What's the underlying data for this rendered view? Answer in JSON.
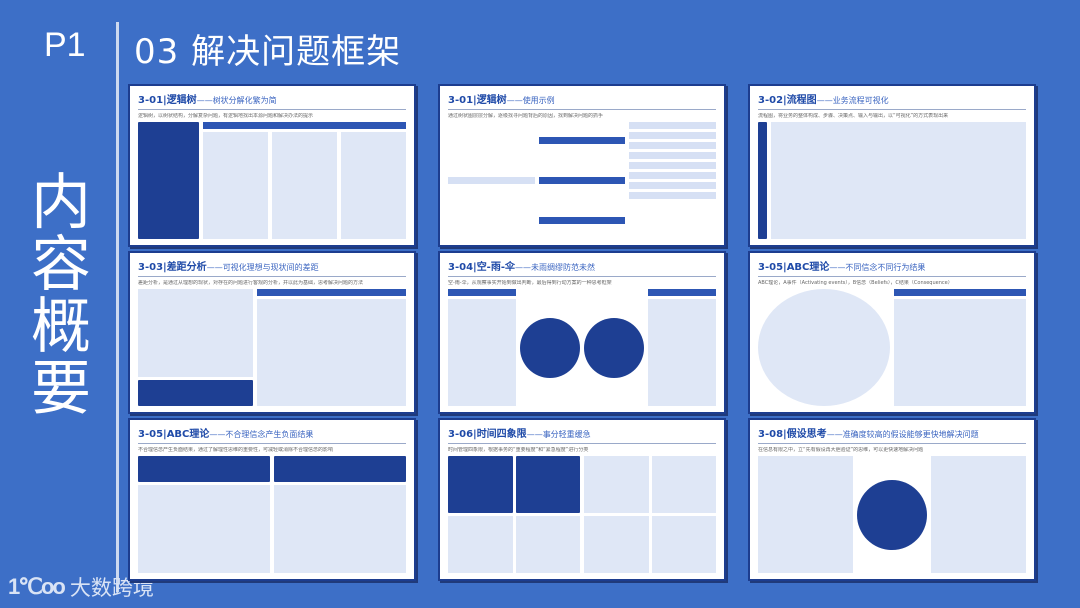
{
  "header": {
    "page": "P1",
    "title": "03 解决问题框架",
    "side_title": "内容概要"
  },
  "logo": {
    "mark": "1℃oo",
    "text": "大数跨境"
  },
  "colors": {
    "background": "#3d6fc7",
    "slide_border": "#1d3d8f",
    "accent": "#1f4aa8"
  },
  "slides": [
    {
      "code": "3-01|",
      "name": "逻辑树",
      "sub": "——树状分解化繁为简",
      "desc": "逻辑树，以树状结构，分解复杂问题，有逻辑地找出本源问题和解决办法的提示",
      "layout": "tree"
    },
    {
      "code": "3-01|",
      "name": "逻辑树",
      "sub": "——使用示例",
      "desc": "通过树状图层层分解，逐级找寻问题背后的原因，找到解决问题的抓手",
      "layout": "tree2"
    },
    {
      "code": "3-02|",
      "name": "流程图",
      "sub": "——业务流程可视化",
      "desc": "流程图，将业务的整体构成、步骤、决策点、输入与输出，以“可视化”的方式表现出来",
      "layout": "flow"
    },
    {
      "code": "3-03|",
      "name": "差距分析",
      "sub": "——可视化理想与现状间的差距",
      "desc": "差距分析，是通过从理想的现状，对存在的问题进行客观的分析，并以此为基础，思考解决问题的方法",
      "layout": "gap"
    },
    {
      "code": "3-04|",
      "name": "空-雨-伞",
      "sub": "——未雨绸缪防范未然",
      "desc": "空-雨-伞，从观察事实开始到做出判断，最后得到行动方案的一种思考框架",
      "layout": "rain"
    },
    {
      "code": "3-05|",
      "name": "ABC理论",
      "sub": "——不同信念不同行为结果",
      "desc": "ABC理论，A事件（Activating events），B信念（Beliefs），C结果（Consequence）",
      "layout": "abc"
    },
    {
      "code": "3-05|",
      "name": "ABC理论",
      "sub": "——不合理信念产生负面结果",
      "desc": "不合理信念产生负面结果，通过了解理性思维的重要性，可减轻或消除不合理信念的影响",
      "layout": "abc2"
    },
    {
      "code": "3-06|",
      "name": "时间四象限",
      "sub": "——事分轻重缓急",
      "desc": "时间管理四象限，根据事务的“重要程度”和“紧急程度”进行分类",
      "layout": "quad"
    },
    {
      "code": "3-08|",
      "name": "假设思考",
      "sub": "——准确度较高的假设能够更快地解决问题",
      "desc": "在信息有限之中，立“先有假设再大胆验证”的思维，可以更快速地解决问题",
      "layout": "hyp"
    }
  ],
  "slide_tag": "1"
}
